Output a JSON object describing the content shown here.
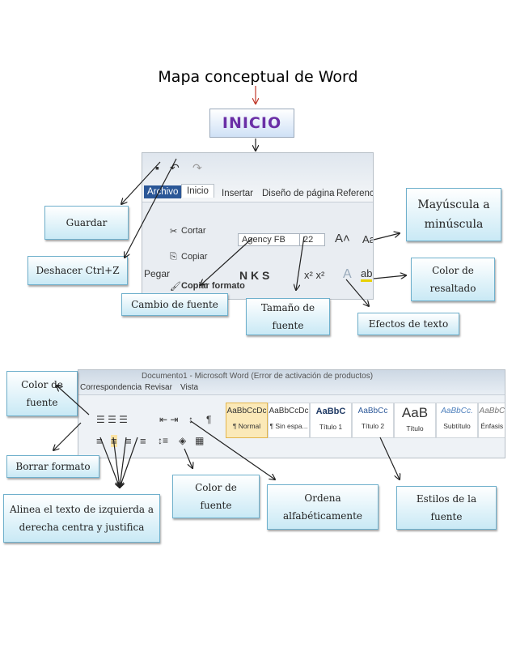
{
  "title": "Mapa conceptual  de  Word",
  "inicio_label": "INICIO",
  "nodes": {
    "guardar": "Guardar",
    "deshacer": "Deshacer Ctrl+Z",
    "cambio_fuente": "Cambio de fuente",
    "tamano_fuente": "Tamaño de fuente",
    "efectos_texto": "Efectos de texto",
    "mayuscula": "Mayúscula a minúscula",
    "color_resaltado": "Color de resaltado",
    "color_fuente_top": "Color de fuente",
    "borrar_formato": "Borrar formato",
    "alinea_texto": "Alinea el texto de izquierda a derecha centra y justifica",
    "color_fuente_mid": "Color de fuente",
    "ordena": "Ordena alfabéticamente",
    "estilos": "Estilos de la fuente"
  },
  "ribbon_top": {
    "tabs": [
      "Archivo",
      "Inicio",
      "Insertar",
      "Diseño de página",
      "Referencias"
    ],
    "clipboard": [
      "Cortar",
      "Copiar",
      "Copiar formato",
      "Pegar"
    ],
    "font_name": "Agency FB",
    "font_size": "22",
    "format_letters": "N K S"
  },
  "ribbon_bottom": {
    "window_title": "Documento1 - Microsoft Word (Error de activación de productos)",
    "tabs": [
      "Correspondencia",
      "Revisar",
      "Vista"
    ],
    "styles": [
      {
        "preview": "AaBbCcDc",
        "name": "¶ Normal"
      },
      {
        "preview": "AaBbCcDc",
        "name": "¶ Sin espa..."
      },
      {
        "preview": "AaBbC",
        "name": "Título 1"
      },
      {
        "preview": "AaBbCc",
        "name": "Título 2"
      },
      {
        "preview": "AaB",
        "name": "Título"
      },
      {
        "preview": "AaBbCc.",
        "name": "Subtítulo"
      },
      {
        "preview": "AaBbCcDc",
        "name": "Énfasis sutil"
      }
    ]
  },
  "colors": {
    "inicio_text": "#6a2fa6",
    "box_border": "#6fb0cc",
    "box_fill": "#c9e9f5",
    "title_arrow": "#c0392b"
  }
}
